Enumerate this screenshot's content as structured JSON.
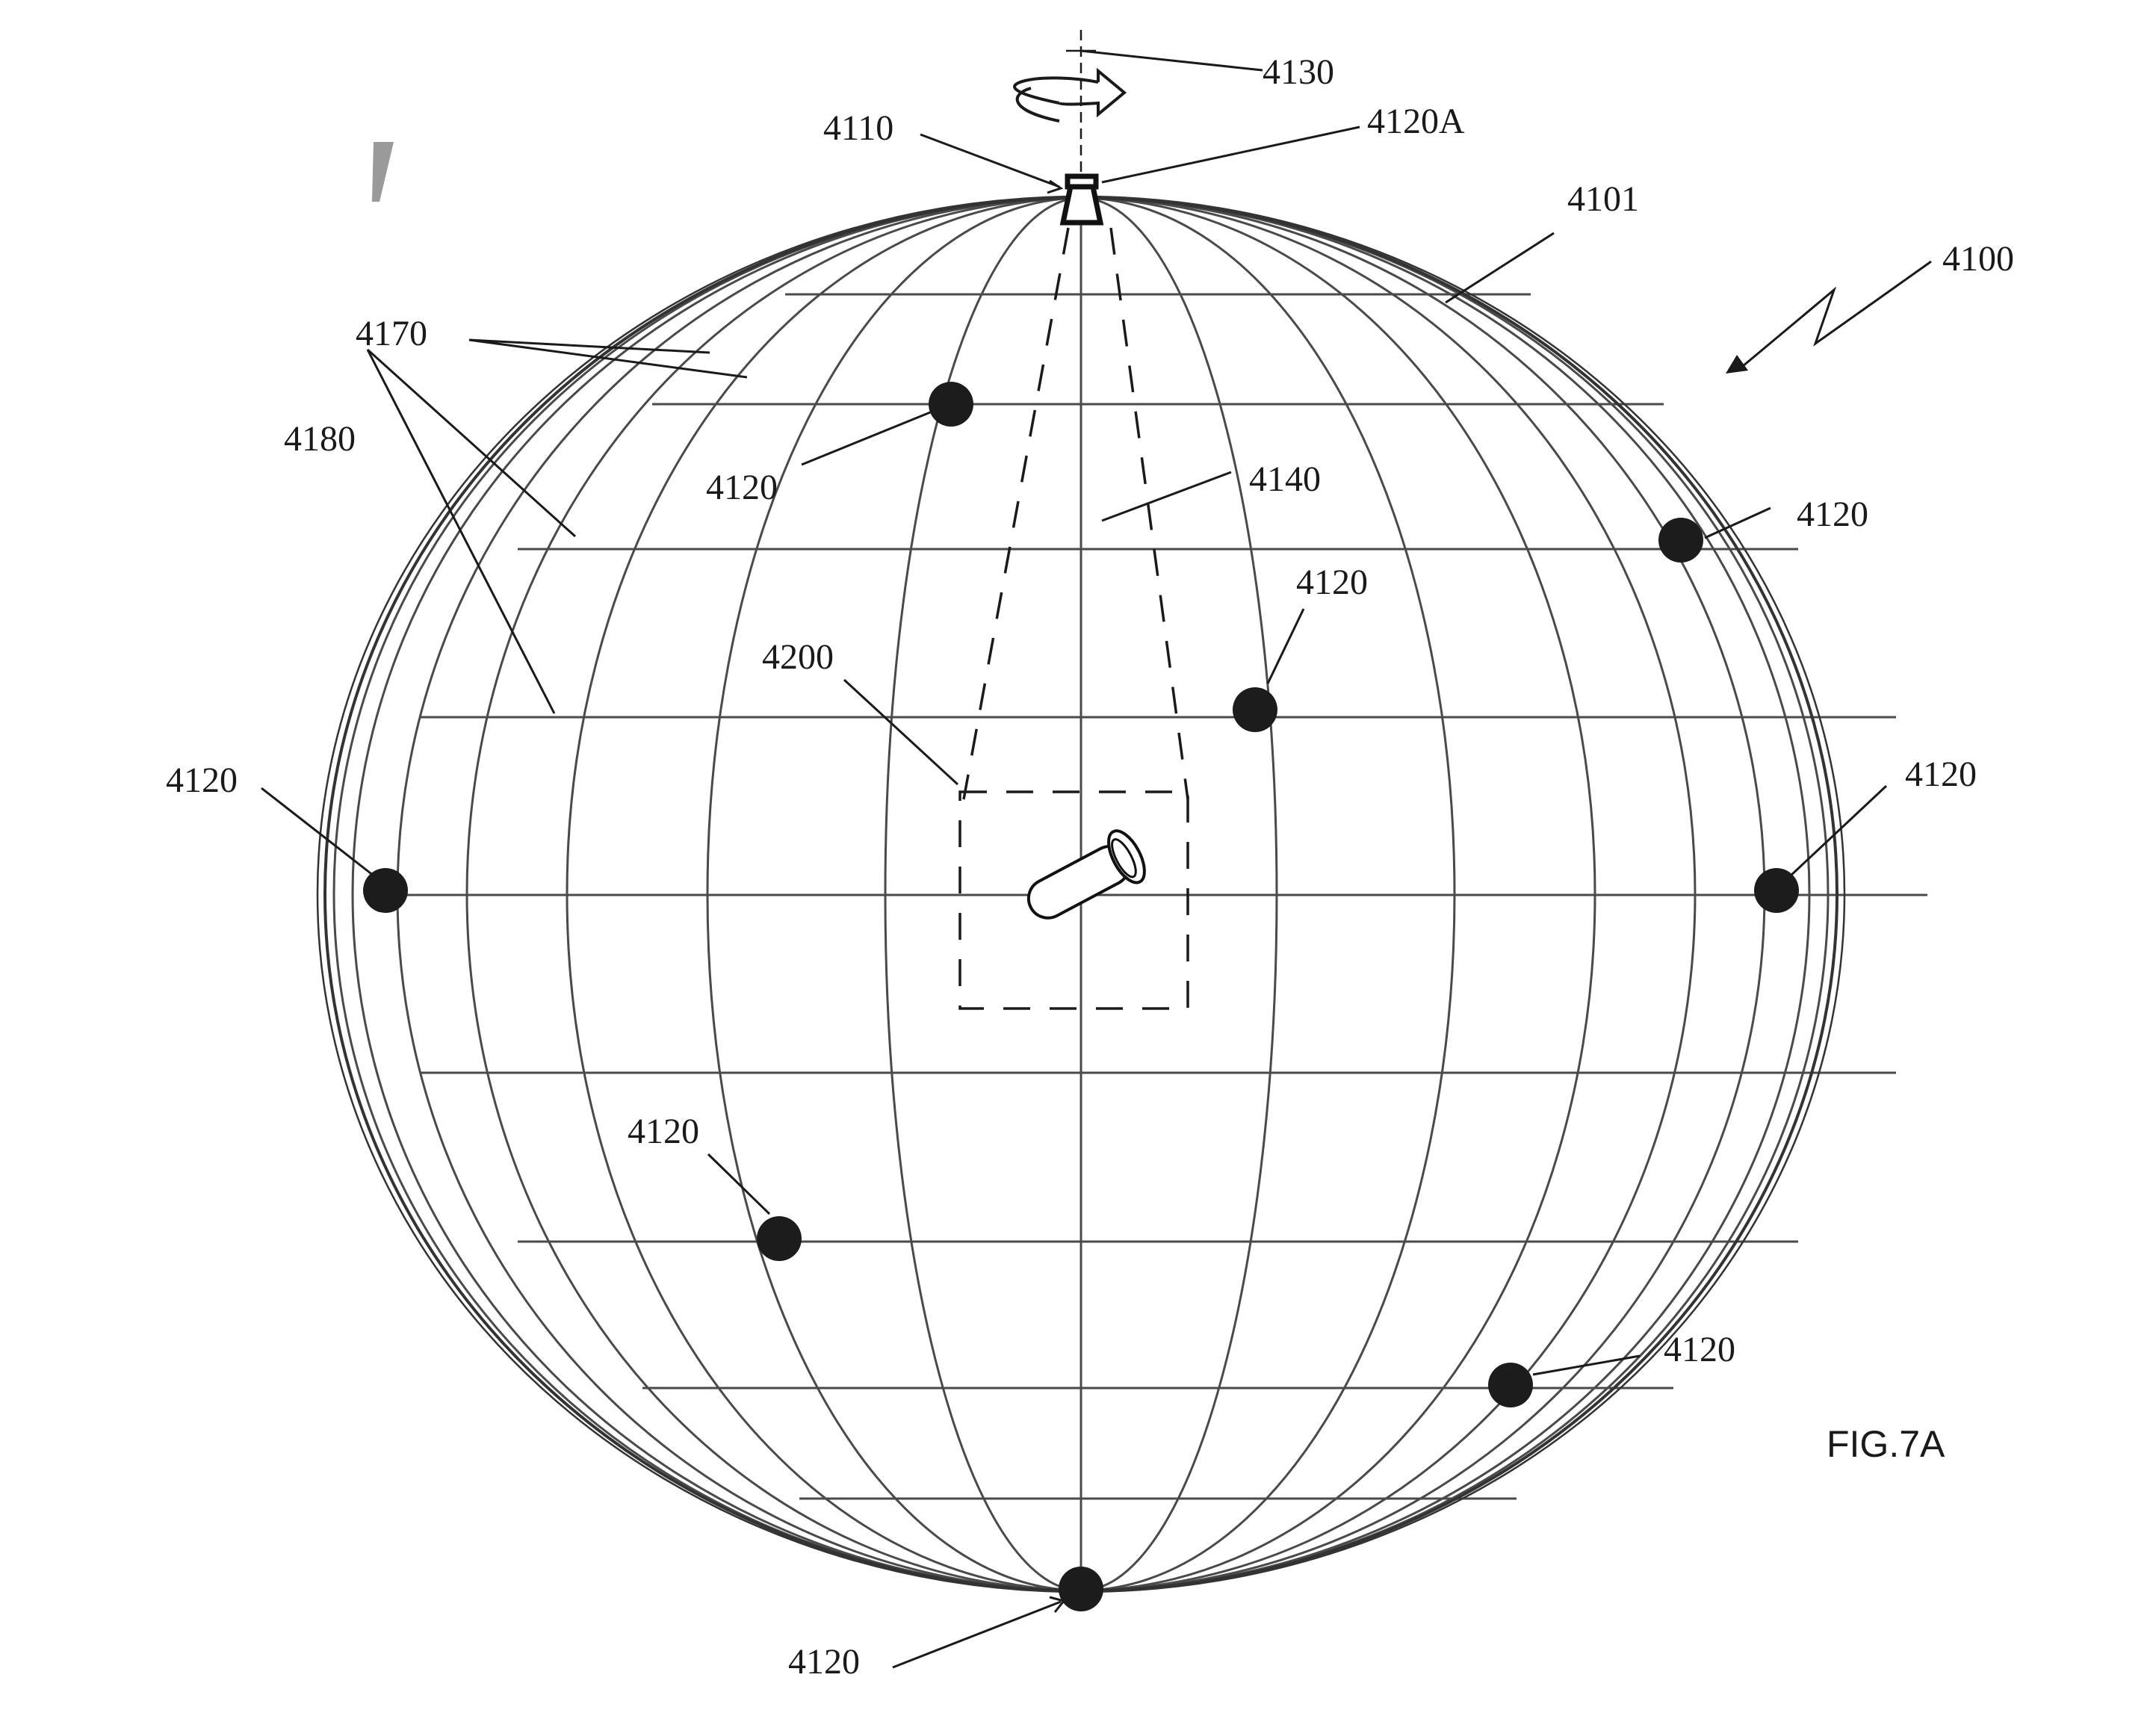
{
  "figure_label": "FIG.7A",
  "references": {
    "system": "4100",
    "sphere": "4101",
    "fixed_mount": "4110",
    "top_mount": "4120A",
    "mount_point": "4120",
    "rotation_axis": "4130",
    "track": "4140",
    "meridian_lines": "4170",
    "latitude_lines": "4180",
    "payload": "4200"
  },
  "colors": {
    "ink": "#1a1a1a",
    "grid": "#4a4a4a",
    "background": "#ffffff"
  },
  "icons": [
    "rotation-arrow-icon",
    "mount-icon",
    "cylinder-icon",
    "lightning-arrow-icon"
  ]
}
